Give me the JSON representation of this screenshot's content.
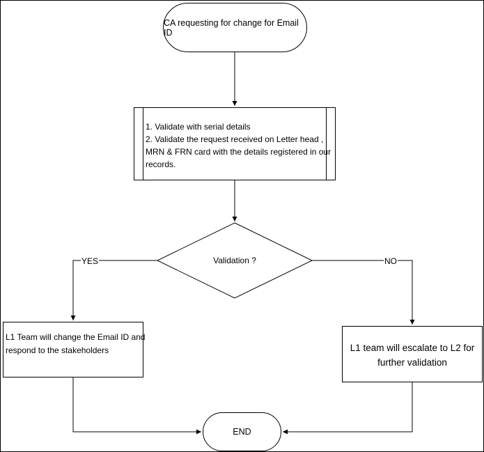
{
  "diagram": {
    "start": {
      "label": "CA requesting for change for Email ID"
    },
    "validate_step": {
      "lines": [
        "1. Validate with serial details",
        "2. Validate the request received on Letter head ,",
        "MRN & FRN card with the details registered in our",
        "records."
      ]
    },
    "decision": {
      "label": "Validation ?"
    },
    "yes_branch": {
      "edge_label": "YES",
      "lines": [
        "L1 Team will change the Email ID and",
        "respond to the stakeholders"
      ]
    },
    "no_branch": {
      "edge_label": "NO",
      "lines": [
        "L1 team will escalate to L2 for",
        "further validation"
      ]
    },
    "end": {
      "label": "END"
    }
  }
}
